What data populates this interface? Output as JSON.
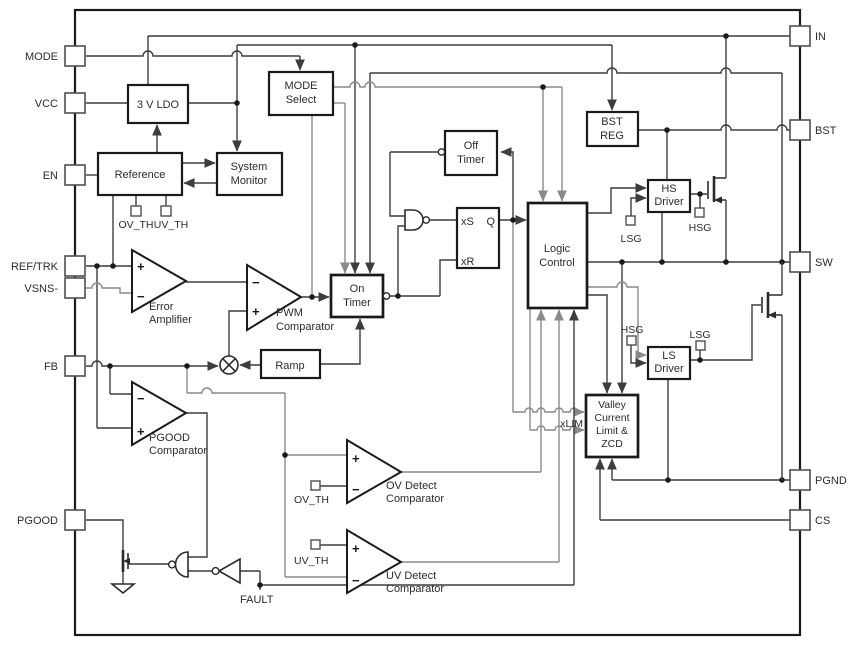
{
  "pins": {
    "left": [
      "MODE",
      "VCC",
      "EN",
      "REF/TRK",
      "VSNS-",
      "FB",
      "PGOOD"
    ],
    "right": [
      "IN",
      "BST",
      "SW",
      "PGND",
      "CS"
    ]
  },
  "blocks": {
    "ldo": [
      "3 V LDO"
    ],
    "mode_select": [
      "MODE",
      "Select"
    ],
    "reference": [
      "Reference"
    ],
    "system_monitor": [
      "System",
      "Monitor"
    ],
    "off_timer": [
      "Off",
      "Timer"
    ],
    "bst_reg": [
      "BST",
      "REG"
    ],
    "hs_driver": [
      "HS",
      "Driver"
    ],
    "logic_control": [
      "Logic",
      "Control"
    ],
    "on_timer": [
      "On",
      "Timer"
    ],
    "ramp": [
      "Ramp"
    ],
    "ls_driver": [
      "LS",
      "Driver"
    ],
    "valley": [
      "Valley",
      "Current",
      "Limit &",
      "ZCD"
    ]
  },
  "latch": {
    "s": "xS",
    "r": "xR",
    "q": "Q"
  },
  "amps": {
    "error": [
      "Error",
      "Amplifier"
    ],
    "pwm": [
      "PWM",
      "Comparator"
    ],
    "pgood": [
      "PGOOD",
      "Comparator"
    ],
    "ov": [
      "OV Detect",
      "Comparator"
    ],
    "uv": [
      "UV Detect",
      "Comparator"
    ]
  },
  "signals": {
    "ov_th": "OV_TH",
    "uv_th": "UV_TH",
    "hsg": "HSG",
    "lsg": "LSG",
    "xlim": "xLIM",
    "fault": "FAULT",
    "plus": "+",
    "minus": "−"
  },
  "colors": {
    "ink": "#1a1a1a",
    "wire": "#3d3d3d",
    "wire_light": "#8a8a8a",
    "bg": "#ffffff"
  }
}
